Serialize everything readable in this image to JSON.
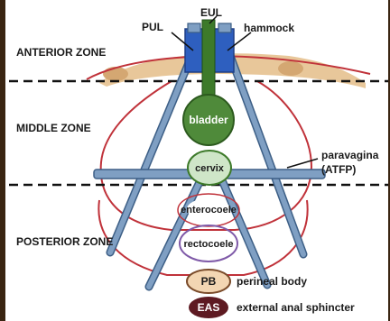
{
  "labels": {
    "eul": "EUL",
    "pul": "PUL",
    "hammock": "hammock",
    "anterior_zone": "ANTERIOR ZONE",
    "middle_zone": "MIDDLE ZONE",
    "posterior_zone": "POSTERIOR ZONE",
    "bladder": "bladder",
    "cervix": "cervix",
    "enterocoele": "enterocoele",
    "rectocoele": "rectocoele",
    "pb": "PB",
    "perineal_body": "perineal body",
    "eas": "EAS",
    "external_anal_sphincter": "external anal sphincter",
    "paravaginal": "paravagina",
    "atfp": "(ATFP)"
  },
  "colors": {
    "frame": "#3a2512",
    "background": "#ffffff",
    "tan": "#e8c79a",
    "outline_red": "#c0323a",
    "ligament_blue": "#7f9fc3",
    "ligament_stroke": "#3d5f86",
    "bladder_green": "#4f8a3a",
    "cervix_green": "#cfe6c8",
    "pb_peach": "#f3d6b3",
    "eas_maroon": "#5e1a22",
    "urethra_blue": "#2e5fbf"
  }
}
